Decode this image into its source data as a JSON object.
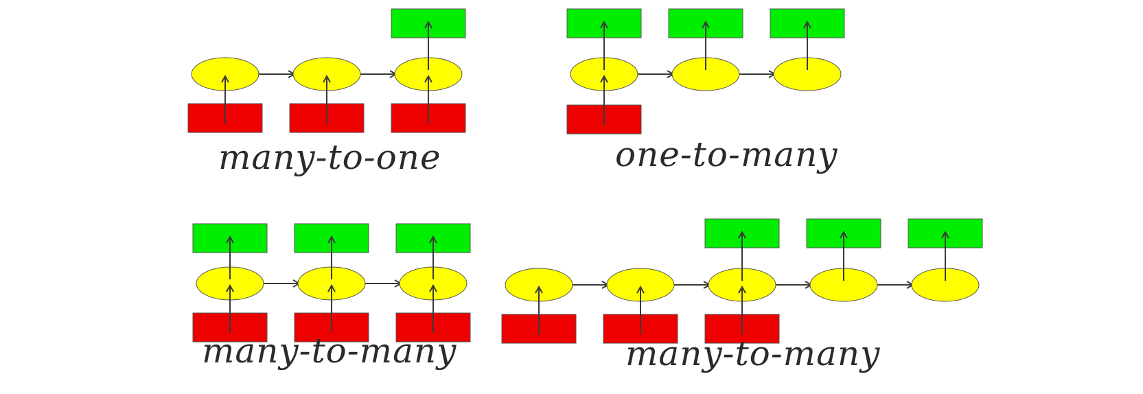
{
  "colors": {
    "input": "#ee0000",
    "output": "#00ee00",
    "hidden": "#ffff00",
    "stroke": "#555555",
    "arrow": "#3a3a3a"
  },
  "diagrams": [
    {
      "caption": "many-to-one",
      "steps": 3,
      "inputs": [
        true,
        true,
        true
      ],
      "outputs": [
        false,
        false,
        true
      ]
    },
    {
      "caption": "one-to-many",
      "steps": 3,
      "inputs": [
        true,
        false,
        false
      ],
      "outputs": [
        true,
        true,
        true
      ]
    },
    {
      "caption": "many-to-many",
      "steps": 3,
      "inputs": [
        true,
        true,
        true
      ],
      "outputs": [
        true,
        true,
        true
      ]
    },
    {
      "caption": "many-to-many",
      "steps": 5,
      "inputs": [
        true,
        true,
        true,
        false,
        false
      ],
      "outputs": [
        false,
        false,
        true,
        true,
        true
      ]
    }
  ]
}
